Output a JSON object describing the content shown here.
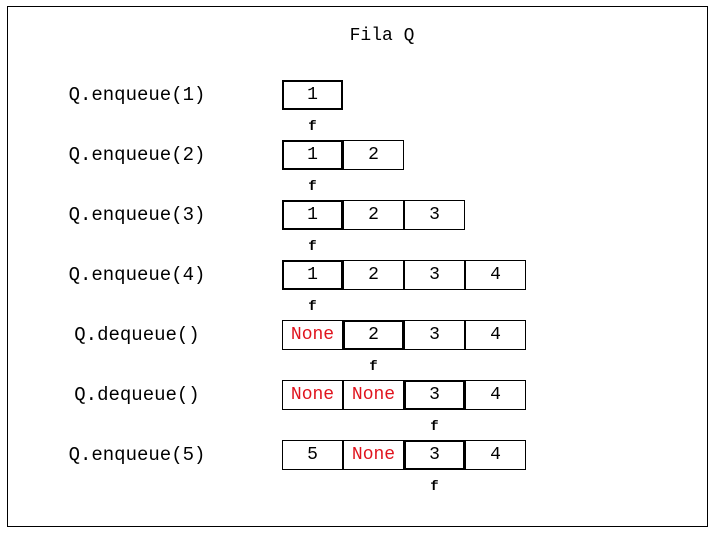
{
  "title": "Fila Q",
  "colors": {
    "none_text": "#e0141e",
    "border": "#000000"
  },
  "front_marker": "f",
  "rows": [
    {
      "operation": "Q.enqueue(1)",
      "cells": [
        "1"
      ],
      "front_index": 0
    },
    {
      "operation": "Q.enqueue(2)",
      "cells": [
        "1",
        "2"
      ],
      "front_index": 0
    },
    {
      "operation": "Q.enqueue(3)",
      "cells": [
        "1",
        "2",
        "3"
      ],
      "front_index": 0
    },
    {
      "operation": "Q.enqueue(4)",
      "cells": [
        "1",
        "2",
        "3",
        "4"
      ],
      "front_index": 0
    },
    {
      "operation": "Q.dequeue()",
      "cells": [
        "None",
        "2",
        "3",
        "4"
      ],
      "front_index": 1
    },
    {
      "operation": "Q.dequeue()",
      "cells": [
        "None",
        "None",
        "3",
        "4"
      ],
      "front_index": 2
    },
    {
      "operation": "Q.enqueue(5)",
      "cells": [
        "5",
        "None",
        "3",
        "4"
      ],
      "front_index": 2
    }
  ]
}
